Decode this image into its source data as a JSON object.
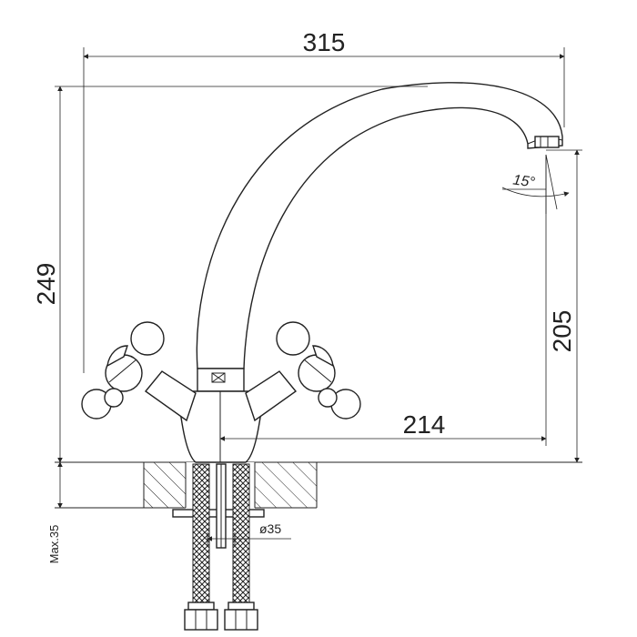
{
  "dimensions": {
    "total_width": "315",
    "total_height": "249",
    "spout_height": "205",
    "spout_reach": "214",
    "angle": "15°",
    "hole_diameter": "ø35",
    "max_thickness": "Max.35"
  }
}
